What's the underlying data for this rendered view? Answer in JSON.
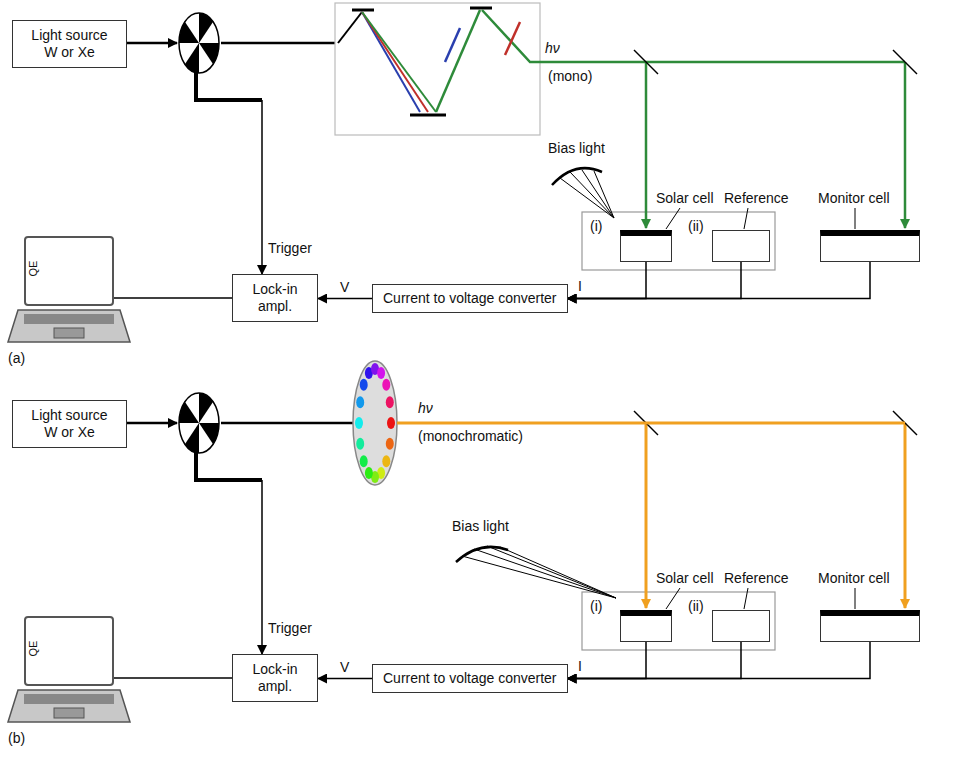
{
  "diagram": {
    "nodes": [
      {
        "text": [
          "Light source W or Xe"
        ]
      },
      {
        "text": [
          "QE"
        ]
      },
      {
        "text": [
          "Lock-in ampl."
        ]
      },
      {
        "text": [
          "Current to voltage converter"
        ]
      },
      {
        "text": [
          "(i)",
          "Solar cell"
        ]
      },
      {
        "text": [
          "(ii)",
          "Reference"
        ]
      },
      {
        "text": [
          "Monitor cell"
        ]
      },
      {
        "text": [
          "Light source W or Xe"
        ]
      },
      {
        "text": [
          "QE"
        ]
      },
      {
        "text": [
          "Lock-in ampl."
        ]
      },
      {
        "text": [
          "Current to voltage converter"
        ]
      },
      {
        "text": [
          "(i)",
          "Solar cell"
        ]
      },
      {
        "text": [
          "(ii)",
          "Reference"
        ]
      },
      {
        "text": [
          "Monitor cell"
        ]
      }
    ],
    "edges": [
      {
        "from": 3,
        "to": 2,
        "arrow": "to",
        "label": "V"
      },
      {
        "from": 2,
        "to": 1,
        "arrow": "none"
      },
      {
        "from": 4,
        "to": 3,
        "arrow": "to"
      },
      {
        "from": 5,
        "to": 3,
        "arrow": "to"
      },
      {
        "from": 6,
        "to": 3,
        "arrow": "to"
      },
      {
        "from": 10,
        "to": 9,
        "arrow": "to",
        "label": "V"
      },
      {
        "from": 9,
        "to": 8,
        "arrow": "none"
      },
      {
        "from": 11,
        "to": 10,
        "arrow": "to"
      },
      {
        "from": 12,
        "to": 10,
        "arrow": "to"
      },
      {
        "from": 13,
        "to": 10,
        "arrow": "to"
      }
    ],
    "labels": [
      "hν",
      "(mono)",
      "Bias light",
      "Trigger",
      "I",
      "(a)",
      "hν",
      "(monochromatic)",
      "Bias light",
      "Trigger",
      "I",
      "(b)"
    ]
  }
}
